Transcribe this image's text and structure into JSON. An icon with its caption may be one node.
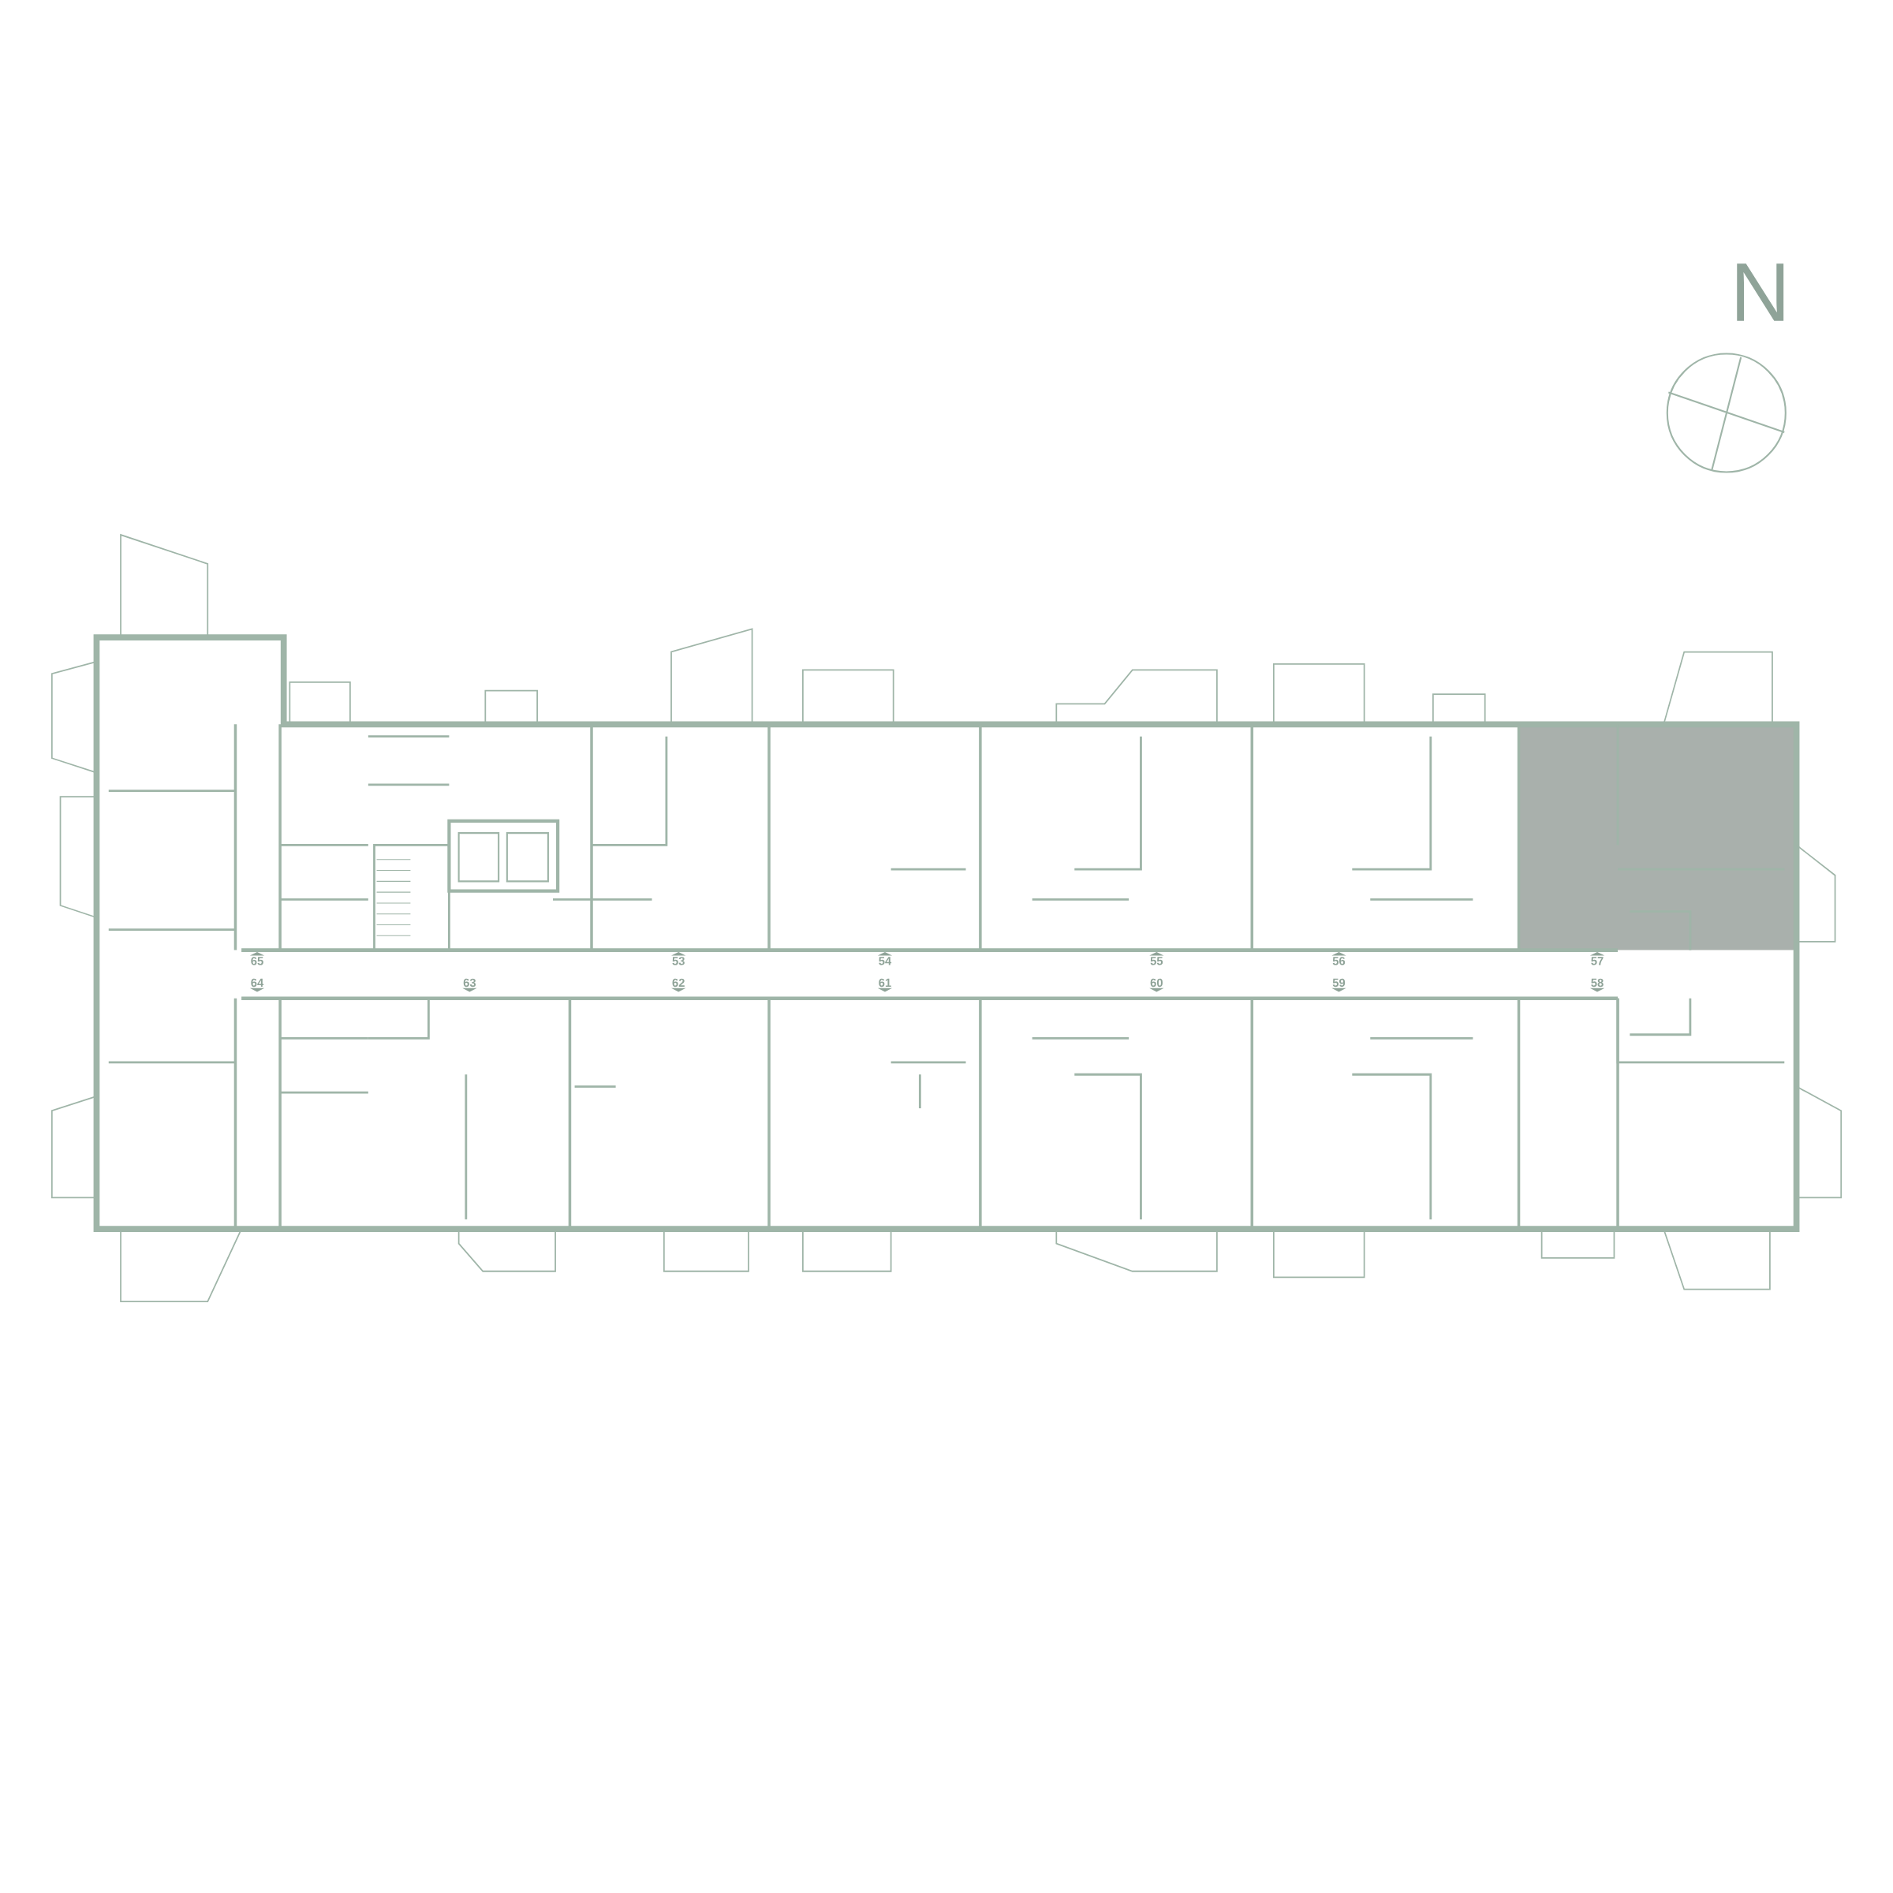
{
  "diagram": {
    "labels": [
      "N",
      "65",
      "53",
      "54",
      "55",
      "56",
      "57",
      "64",
      "63",
      "62",
      "61",
      "60",
      "59",
      "58"
    ]
  }
}
